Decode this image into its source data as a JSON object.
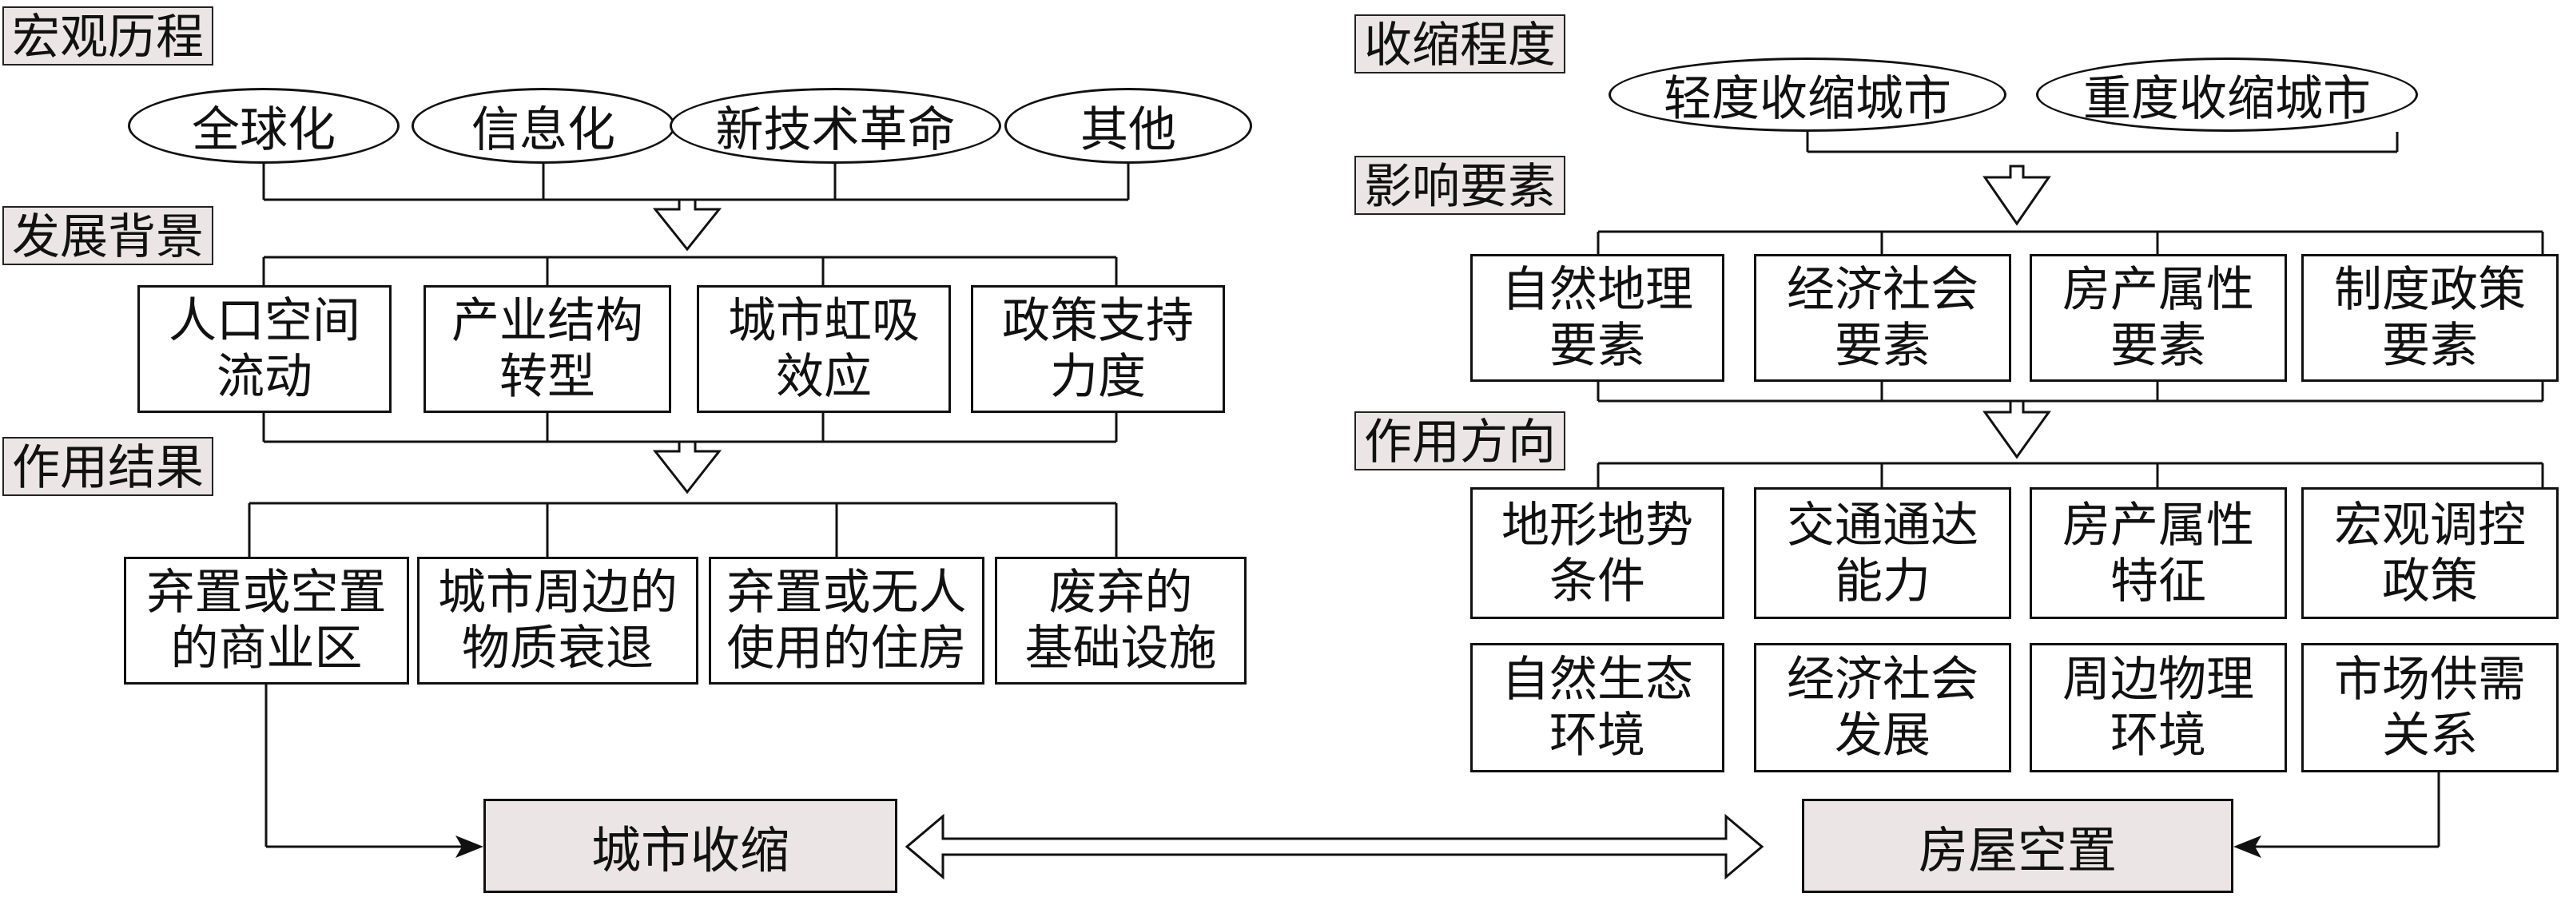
{
  "left": {
    "header_macro": "宏观历程",
    "macro_items": [
      "全球化",
      "信息化",
      "新技术革命",
      "其他"
    ],
    "header_background": "发展背景",
    "background_items": [
      {
        "line1": "人口空间",
        "line2": "流动"
      },
      {
        "line1": "产业结构",
        "line2": "转型"
      },
      {
        "line1": "城市虹吸",
        "line2": "效应"
      },
      {
        "line1": "政策支持",
        "line2": "力度"
      }
    ],
    "header_result": "作用结果",
    "result_items": [
      {
        "line1": "弃置或空置",
        "line2": "的商业区"
      },
      {
        "line1": "城市周边的",
        "line2": "物质衰退"
      },
      {
        "line1": "弃置或无人",
        "line2": "使用的住房"
      },
      {
        "line1": "废弃的",
        "line2": "基础设施"
      }
    ]
  },
  "right": {
    "header_degree": "收缩程度",
    "degree_items": [
      "轻度收缩城市",
      "重度收缩城市"
    ],
    "header_factors": "影响要素",
    "factor_items": [
      {
        "line1": "自然地理",
        "line2": "要素"
      },
      {
        "line1": "经济社会",
        "line2": "要素"
      },
      {
        "line1": "房产属性",
        "line2": "要素"
      },
      {
        "line1": "制度政策",
        "line2": "要素"
      }
    ],
    "header_direction": "作用方向",
    "direction_row1": [
      {
        "line1": "地形地势",
        "line2": "条件"
      },
      {
        "line1": "交通通达",
        "line2": "能力"
      },
      {
        "line1": "房产属性",
        "line2": "特征"
      },
      {
        "line1": "宏观调控",
        "line2": "政策"
      }
    ],
    "direction_row2": [
      {
        "line1": "自然生态",
        "line2": "环境"
      },
      {
        "line1": "经济社会",
        "line2": "发展"
      },
      {
        "line1": "周边物理",
        "line2": "环境"
      },
      {
        "line1": "市场供需",
        "line2": "关系"
      }
    ]
  },
  "bottom": {
    "city_shrinkage": "城市收缩",
    "housing_vacancy": "房屋空置"
  }
}
